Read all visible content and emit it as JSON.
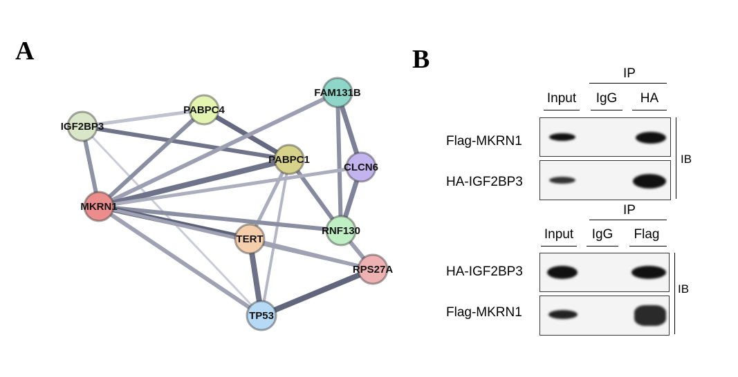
{
  "panel_a": {
    "letter": "A",
    "nodes": [
      {
        "id": "IGF2BP3",
        "label": "IGF2BP3",
        "color": "#d9e7c8"
      },
      {
        "id": "PABPC4",
        "label": "PABPC4",
        "color": "#e3f5b0"
      },
      {
        "id": "FAM131B",
        "label": "FAM131B",
        "color": "#8ed6c8"
      },
      {
        "id": "PABPC1",
        "label": "PABPC1",
        "color": "#d8d38a"
      },
      {
        "id": "CLCN6",
        "label": "CLCN6",
        "color": "#c3b4ef"
      },
      {
        "id": "MKRN1",
        "label": "MKRN1",
        "color": "#ec8d8d"
      },
      {
        "id": "RNF130",
        "label": "RNF130",
        "color": "#bff0c3"
      },
      {
        "id": "TERT",
        "label": "TERT",
        "color": "#f5cfac"
      },
      {
        "id": "RPS27A",
        "label": "RPS27A",
        "color": "#efb2b2"
      },
      {
        "id": "TP53",
        "label": "TP53",
        "color": "#b6d9f5"
      }
    ]
  },
  "panel_b": {
    "letter": "B",
    "blot1": {
      "ip_label": "IP",
      "lanes": [
        "Input",
        "IgG",
        "HA"
      ],
      "rows": [
        "Flag-MKRN1",
        "HA-IGF2BP3"
      ],
      "ib_label": "IB"
    },
    "blot2": {
      "ip_label": "IP",
      "lanes": [
        "Input",
        "IgG",
        "Flag"
      ],
      "rows": [
        "HA-IGF2BP3",
        "Flag-MKRN1"
      ],
      "ib_label": "IB"
    }
  }
}
